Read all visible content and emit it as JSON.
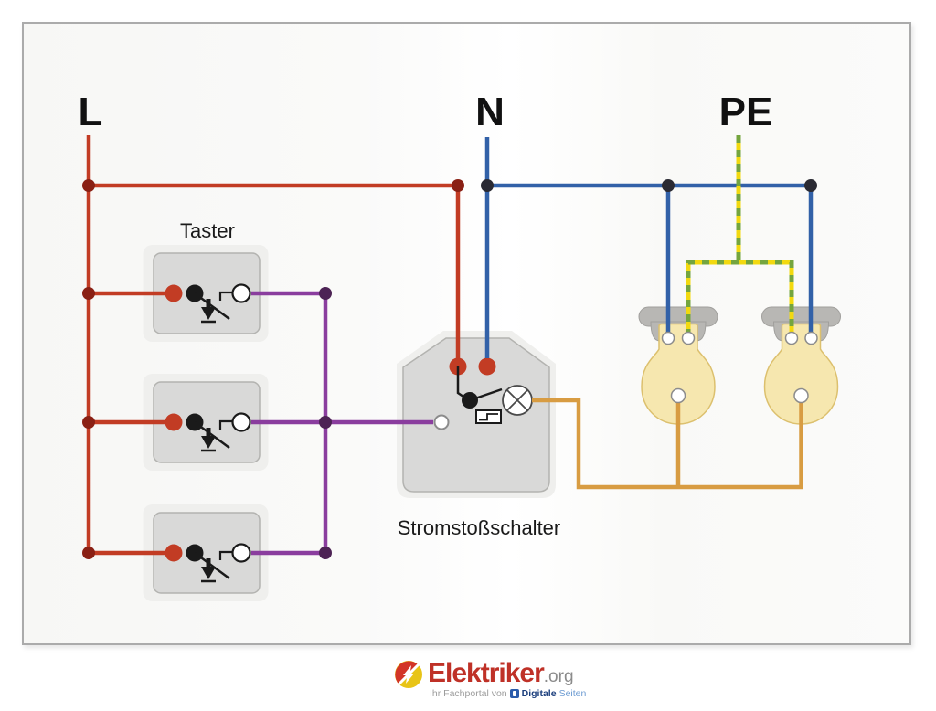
{
  "labels": {
    "line": "L",
    "neutral": "N",
    "protective_earth": "PE",
    "push_button": "Taster",
    "impulse_switch": "Stromstoßschalter"
  },
  "components": {
    "push_button_count": 3,
    "lamp_count": 2,
    "impulse_switch_count": 1
  },
  "colors": {
    "line_wire": "#c23c24",
    "neutral_wire": "#3261a8",
    "earth_wire_yellow": "#f2d90f",
    "earth_wire_green": "#74a53e",
    "switched_wire": "#8a3d9e",
    "lamp_wire": "#d89c42",
    "junction_red": "#8a2014",
    "junction_dark": "#2a2a33",
    "junction_purple": "#4d2355",
    "component_fill": "#d9d9d8",
    "bulb_fill": "#f6e7af",
    "brand_red": "#bf3127"
  },
  "footer": {
    "brand": "Elektriker",
    "brand_suffix": ".org",
    "tagline": "Ihr Fachportal von",
    "provider_bold": "Digitale",
    "provider_light": "Seiten"
  }
}
